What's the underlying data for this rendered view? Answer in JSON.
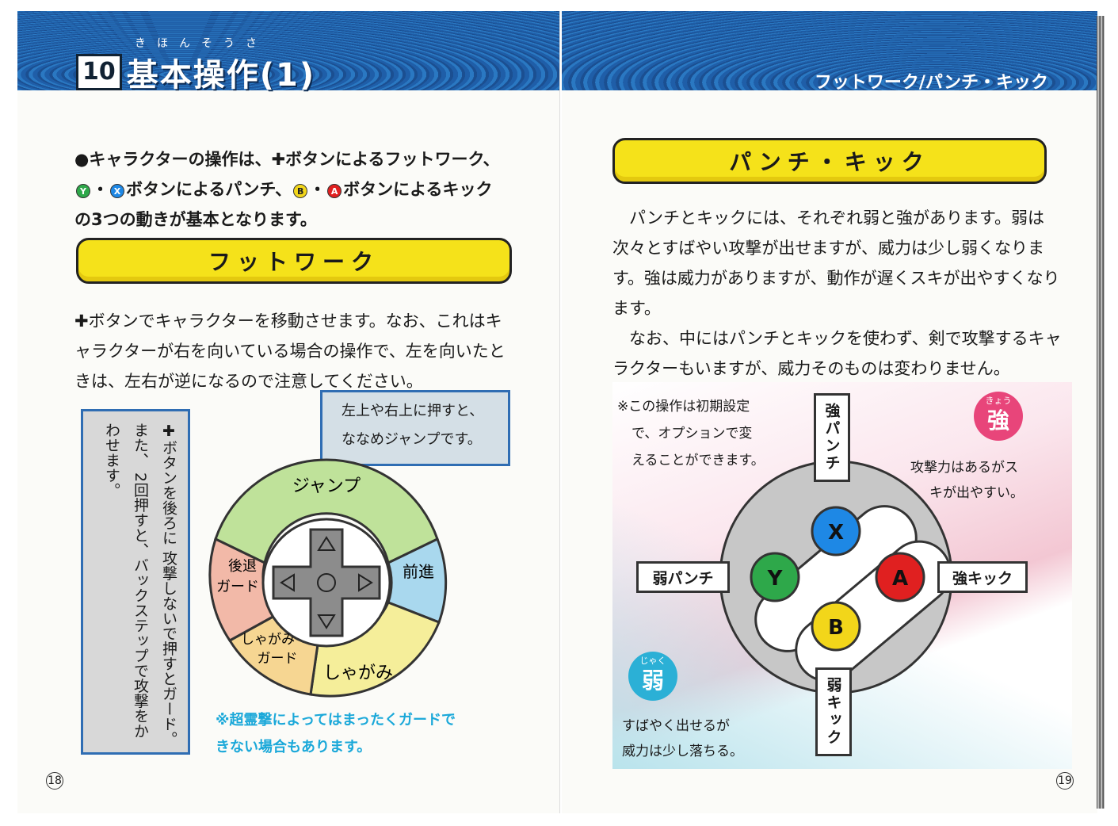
{
  "left_page": {
    "chapter_number": "10",
    "chapter_title": "基本操作(1)",
    "chapter_ruby": "きほんそうさ",
    "intro_line1": "●キャラクターの操作は、✚ボタンによるフットワーク、",
    "intro_line2_a": "Y",
    "intro_line2_sep": "・",
    "intro_line2_b": "X",
    "intro_line2_text1": "ボタンによるパンチ、",
    "intro_line2_c": "B",
    "intro_line2_d": "A",
    "intro_line2_text2": "ボタンによるキック",
    "intro_line3": "の3つの動きが基本となります。",
    "footwork_banner": "フットワーク",
    "footwork_text": "✚ボタンでキャラクターを移動させます。なお、これはキャラクターが右を向いている場合の操作で、左を向いたときは、左右が逆になるので注意してください。",
    "side_note": "✚ボタンを後ろに 攻撃しないで押すとガード。また、 2回押すと、バックステップで攻撃をかわせます。",
    "speech_line1": "左上や右上に押すと、",
    "speech_line2": "ななめジャンプです。",
    "dpad_labels": {
      "jump": "ジャンプ",
      "forward": "前進",
      "back_guard_1": "後退",
      "back_guard_2": "ガード",
      "crouch_guard_1": "しゃがみ",
      "crouch_guard_2": "ガード",
      "crouch": "しゃがみ"
    },
    "note_line1": "※超霊撃によってはまったくガードで",
    "note_line2": "きない場合もあります。",
    "page_number": "18"
  },
  "right_page": {
    "section_tag": "フットワーク/パンチ・キック",
    "punch_banner": "パンチ・キック",
    "punch_text": "パンチとキックには、それぞれ弱と強があります。弱は次々とすばやい攻撃が出せますが、威力は少し弱くなります。強は威力がありますが、動作が遅くスキが出やすくなります。",
    "punch_text2": "なお、中にはパンチとキックを使わず、剣で攻撃するキャラクターもいますが、威力そのものは変わりません。",
    "panel_note_line1": "※この操作は初期設定",
    "panel_note_line2": "で、オプションで変",
    "panel_note_line3": "えることができます。",
    "strong_punch": "強パンチ",
    "weak_punch": "弱パンチ",
    "strong_kick": "強キック",
    "weak_kick": "弱キック",
    "strong_badge_ruby": "きょう",
    "strong_badge": "強",
    "weak_badge_ruby": "じゃく",
    "weak_badge": "弱",
    "strong_desc_line1": "攻撃力はあるがス",
    "strong_desc_line2": "キが出やすい。",
    "weak_desc_line1": "すばやく出せるが",
    "weak_desc_line2": "威力は少し落ちる。",
    "buttons": {
      "x": "X",
      "y": "Y",
      "a": "A",
      "b": "B"
    },
    "page_number": "19"
  },
  "colors": {
    "header_blue": "#2466b0",
    "banner_yellow": "#f5e21a",
    "button_x": "#1e88e5",
    "button_y": "#2ea84a",
    "button_a": "#e02020",
    "button_b": "#f2d61a",
    "badge_pink": "#e8457a",
    "badge_cyan": "#2bb0d6"
  }
}
